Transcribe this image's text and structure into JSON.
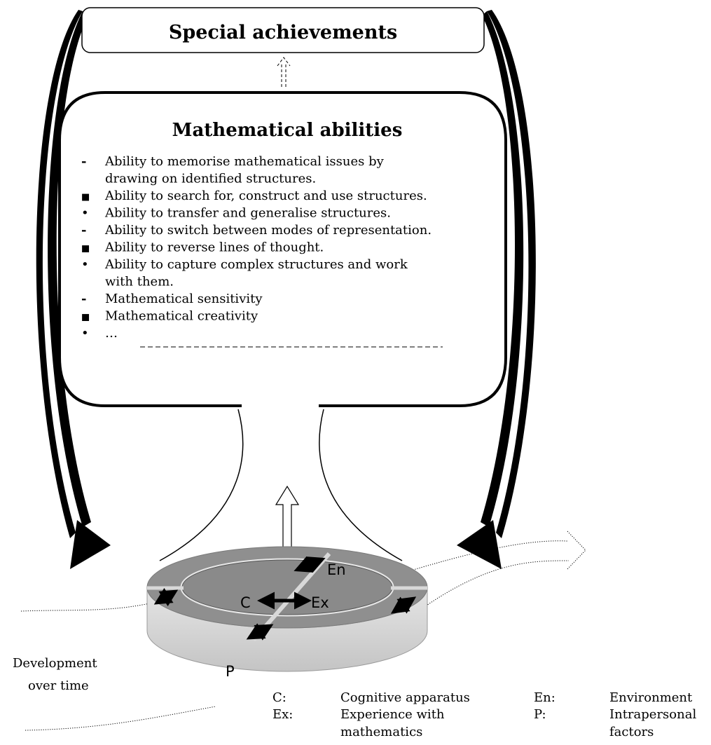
{
  "top_box": {
    "title": "Special achievements"
  },
  "abilities_box": {
    "title": "Mathematical abilities",
    "items": [
      {
        "bullet": "-",
        "lines": [
          "Ability to memorise mathematical issues by",
          "drawing on identified structures."
        ]
      },
      {
        "bullet": "■",
        "lines": [
          "Ability to search for, construct and use structures."
        ]
      },
      {
        "bullet": "•",
        "lines": [
          "Ability to transfer and generalise structures."
        ]
      },
      {
        "bullet": "-",
        "lines": [
          "Ability to switch between modes of representation."
        ]
      },
      {
        "bullet": "■",
        "lines": [
          "Ability to reverse lines of thought."
        ]
      },
      {
        "bullet": "•",
        "lines": [
          "Ability to capture complex structures and work",
          "with them."
        ]
      },
      {
        "bullet": "-",
        "lines": [
          "Mathematical sensitivity"
        ]
      },
      {
        "bullet": "■",
        "lines": [
          "Mathematical creativity"
        ]
      },
      {
        "bullet": "•",
        "lines": [
          "…"
        ]
      }
    ]
  },
  "disk_labels": {
    "c": "C",
    "ex": "Ex",
    "en": "En",
    "p": "P"
  },
  "development": {
    "line1": "Development",
    "line2": "over time"
  },
  "legend": [
    {
      "key": "C:",
      "lines": [
        "Cognitive apparatus"
      ]
    },
    {
      "key": "Ex:",
      "lines": [
        "Experience with",
        "mathematics"
      ]
    },
    {
      "key": "En:",
      "lines": [
        "Environment"
      ]
    },
    {
      "key": "P:",
      "lines": [
        "Intrapersonal",
        "factors"
      ]
    }
  ],
  "colors": {
    "disk_top": "#8f8f8f",
    "disk_inner": "#8a8a8a",
    "disk_side": "#d6d6d6",
    "stroke": "#000000"
  }
}
